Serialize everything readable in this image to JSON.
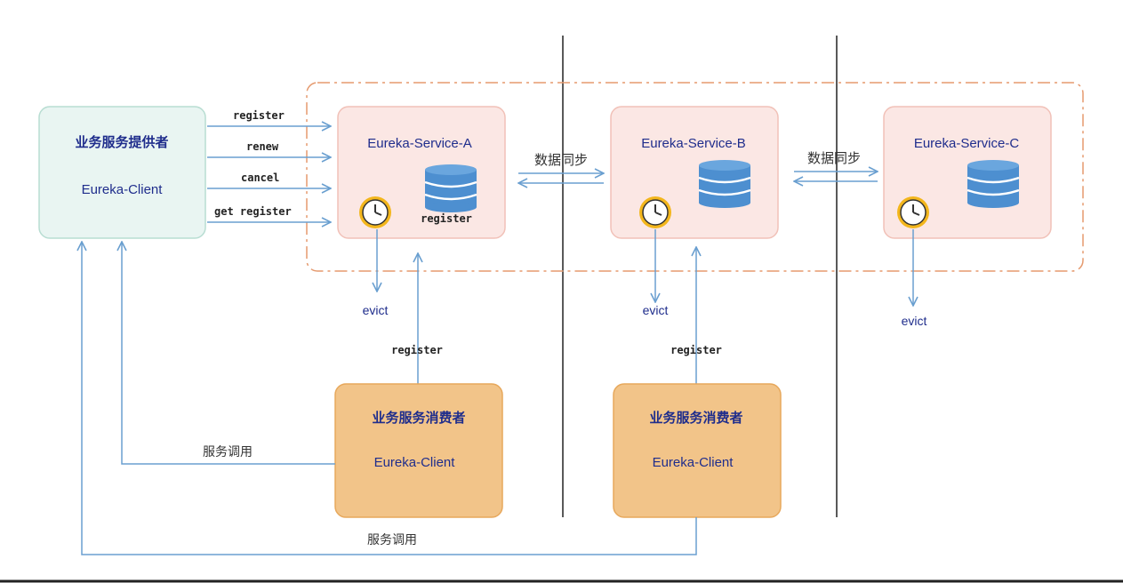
{
  "provider": {
    "title": "业务服务提供者",
    "client": "Eureka-Client"
  },
  "provider_calls": [
    "register",
    "renew",
    "cancel",
    "get register"
  ],
  "services": [
    {
      "name": "Eureka-Service-A",
      "db_label": "register",
      "evict": "evict"
    },
    {
      "name": "Eureka-Service-B",
      "evict": "evict"
    },
    {
      "name": "Eureka-Service-C",
      "evict": "evict"
    }
  ],
  "sync_labels": [
    "数据同步",
    "数据同步"
  ],
  "consumers": [
    {
      "title": "业务服务消费者",
      "client": "Eureka-Client",
      "register_label": "register"
    },
    {
      "title": "业务服务消费者",
      "client": "Eureka-Client",
      "register_label": "register"
    }
  ],
  "service_call_labels": [
    "服务调用",
    "服务调用"
  ],
  "colors": {
    "arrow": "#6a9fd0",
    "provider_fill": "#e9f5f2",
    "provider_border": "#b8ddd2",
    "service_fill": "#fbe7e4",
    "service_border": "#f1c1b8",
    "consumer_fill": "#f2c489",
    "consumer_border": "#e7a85c",
    "db": "#4d8fd0",
    "clock_ring": "#f3b61c",
    "cluster_border": "#e59a6f",
    "navy_text": "#1f2d8c"
  }
}
